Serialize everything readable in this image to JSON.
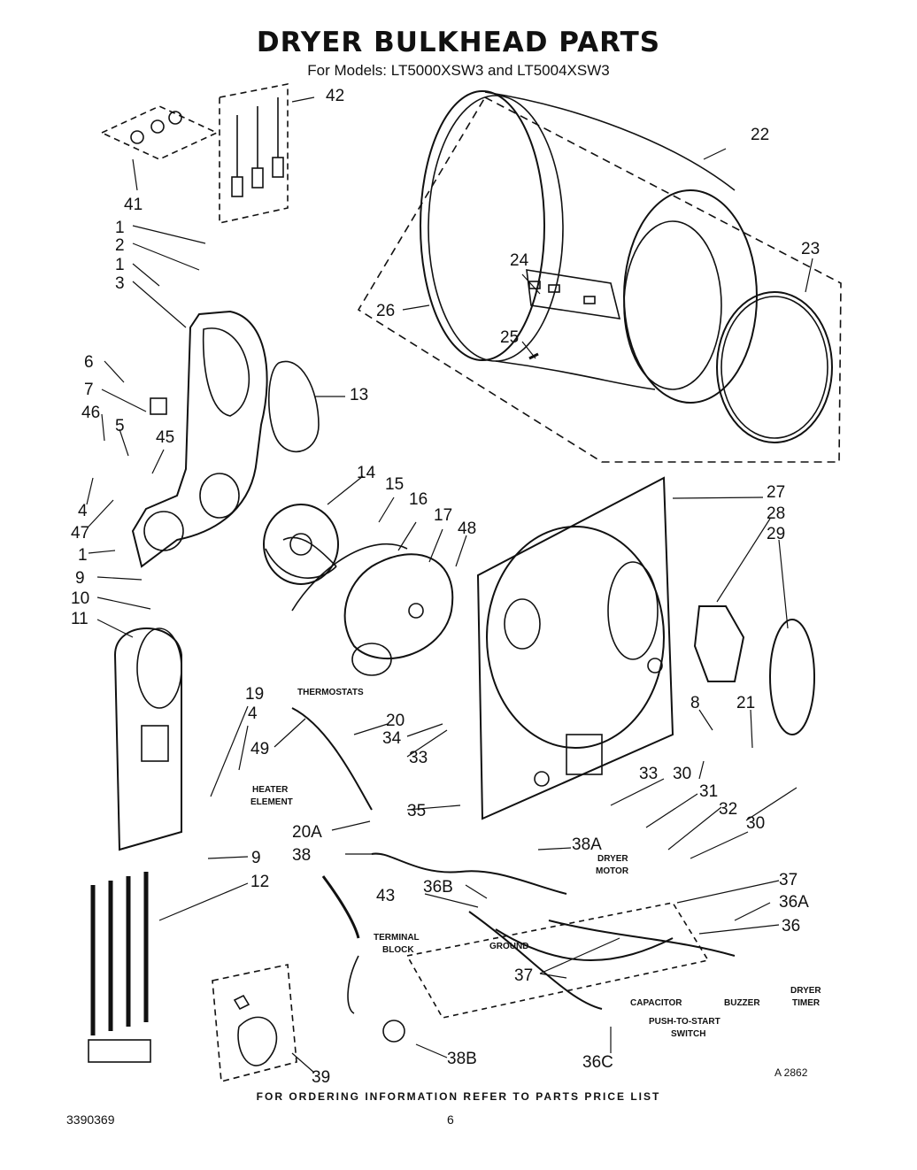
{
  "header": {
    "title": "DRYER BULKHEAD PARTS",
    "subtitle": "For Models: LT5000XSW3 and LT5004XSW3"
  },
  "callouts": {
    "c1a": "1",
    "c1b": "1",
    "c1c": "1",
    "c2": "2",
    "c3": "3",
    "c4a": "4",
    "c4b": "4",
    "c5": "5",
    "c6": "6",
    "c7": "7",
    "c8": "8",
    "c9a": "9",
    "c9b": "9",
    "c10": "10",
    "c11": "11",
    "c12": "12",
    "c13": "13",
    "c14": "14",
    "c15": "15",
    "c16": "16",
    "c17": "17",
    "c19": "19",
    "c20": "20",
    "c20a": "20",
    "c20a_sub": "A",
    "c21": "21",
    "c22": "22",
    "c23": "23",
    "c24": "24",
    "c25": "25",
    "c26": "26",
    "c27": "27",
    "c28": "28",
    "c29": "29",
    "c30a": "30",
    "c30b": "30",
    "c31": "31",
    "c32": "32",
    "c33a": "33",
    "c33b": "33",
    "c34": "34",
    "c35": "35",
    "c36": "36",
    "c36a": "36",
    "c36a_sub": "A",
    "c36b": "36",
    "c36b_sub": "B",
    "c36c": "36",
    "c36c_sub": "C",
    "c37a": "37",
    "c37b": "37",
    "c38": "38",
    "c38a": "38",
    "c38a_sub": "A",
    "c38b": "38",
    "c38b_sub": "B",
    "c39": "39",
    "c41": "41",
    "c42": "42",
    "c43": "43",
    "c45": "45",
    "c46": "46",
    "c47": "47",
    "c48": "48",
    "c49": "49"
  },
  "labels": {
    "thermostats": "THERMOSTATS",
    "heater_element_1": "HEATER",
    "heater_element_2": "ELEMENT",
    "dryer_motor_1": "DRYER",
    "dryer_motor_2": "MOTOR",
    "terminal_block_1": "TERMINAL",
    "terminal_block_2": "BLOCK",
    "ground": "GROUND",
    "capacitor": "CAPACITOR",
    "buzzer": "BUZZER",
    "dryer_timer_1": "DRYER",
    "dryer_timer_2": "TIMER",
    "push_to_start_1": "PUSH-TO-START",
    "push_to_start_2": "SWITCH"
  },
  "footer": {
    "ordering_note": "FOR ORDERING INFORMATION REFER TO PARTS PRICE LIST",
    "document_number": "3390369",
    "page_number": "6",
    "art_code": "A 2862"
  }
}
